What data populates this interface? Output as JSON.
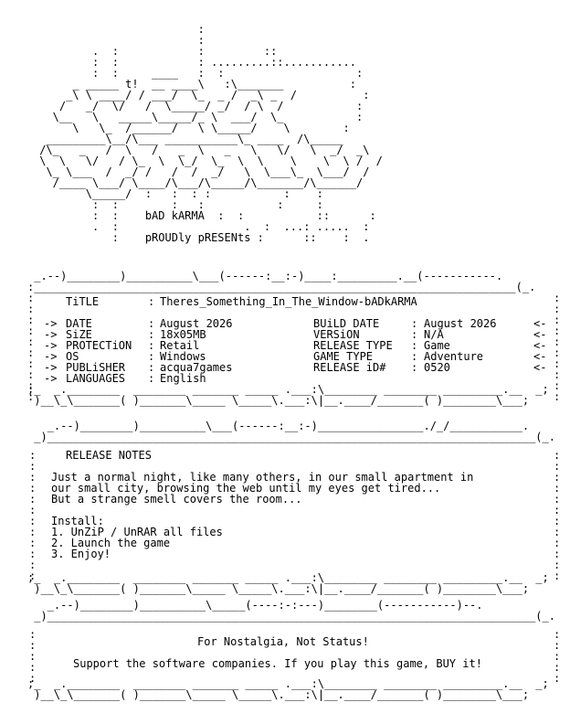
{
  "logo_art": "                         :\n                         :\n         .  :            :         ::\n         :  :            : .........::...........\n         :  :     ____   :  :                    :\n      _ _____ t!  __ ____\\   :\\_______          :\n     _\\ \\ ____/ / ___/  \\_  _ /  _\\ _  /          :\n    /   _/  \\/   /  \\_____/ _/  / \\  /           :\n   \\__   \\   _____\\_____/_ \\  ___/  \\_           :\n      \\   \\_  /______/   \\ \\_____/    \\        :\n  _________\\__/\\___ ___________\\_ ____  /\\_____  \n /\\_   _   /  \\   /   _  \\   _   \\   \\/   \\  _/  _\\\n \\  \\   \\/   / \\_  \\  \\_/  \\_  \\  \\    \\    \\  \\ /  /\n  \\_ \\___  /  _/ /   /  /  _/   \\  \\___\\_  \\___/  /\n   /____ \\___/ \\____/\\___/\\_____/\\_______/\\______/\n        \\_____/  :   :  : :           :    :\n         :  :        :   :           :     :\n         :  :    bAD kARMA  :  :           ::      :\n         .  :                   .  :  ...: .....  :\n            :    pROUDly pRESENts :      ::    :  .",
  "info_box": {
    "top_border": " _.--)________)_________\\___(------:__:-)____:_________.__(----------\n:_________________________________________________________________________(_.",
    "title_label": "TiTLE",
    "title_value": "Theres_Something_In_The_Window-bADkARMA",
    "rows": [
      {
        "left_label": "DATE",
        "left_value": "August 2026",
        "right_label": "BUiLD DATE",
        "right_value": "August 2026"
      },
      {
        "left_label": "SiZE",
        "left_value": "18x05MB",
        "right_label": "VERSiON",
        "right_value": "N/A"
      },
      {
        "left_label": "PROTECTiON",
        "left_value": "Retail",
        "right_label": "RELEASE TYPE",
        "right_value": "Game"
      },
      {
        "left_label": "OS",
        "left_value": "Windows",
        "right_label": "GAME TYPE",
        "right_value": "Adventure"
      },
      {
        "left_label": "PUBLiSHER",
        "left_value": "acqua7games",
        "right_label": "RELEASE iD#",
        "right_value": "0520"
      },
      {
        "left_label": "LANGUAGES",
        "left_value": "English",
        "right_label": "",
        "right_value": ""
      }
    ],
    "arrow_left": "->",
    "arrow_right": "<-"
  },
  "notes_box": {
    "heading": "RELEASE NOTES",
    "body": "Just a normal night, like many others, in our small apartment in\nour small city, browsing the web until my eyes get tired...\nBut a strange smell covers the room...",
    "install_heading": "Install:",
    "install_steps": [
      "1. UnZiP / UnRAR all files",
      "2. Launch the game",
      "3. Enjoy!"
    ]
  },
  "footer_box": {
    "line1": "For Nostalgia, Not Status!",
    "line2": "Support the software companies. If you play this game, BUY it!"
  }
}
